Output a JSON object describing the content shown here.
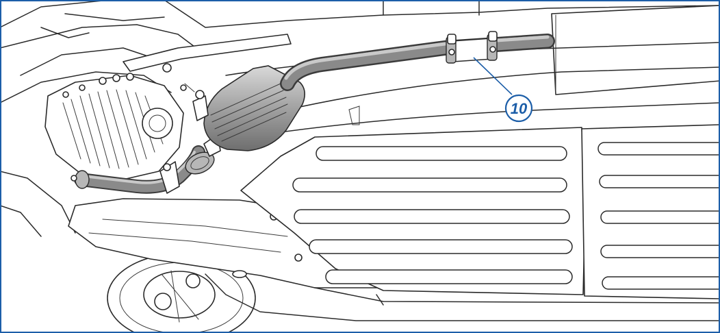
{
  "illustration": {
    "subject_icon": "car-underside-exhaust-system",
    "frame_color": "#1c5ea8",
    "callouts": [
      {
        "label": "10",
        "color": "#1c5ea8",
        "points_to": "exhaust-pipe-clamp-section"
      }
    ]
  }
}
